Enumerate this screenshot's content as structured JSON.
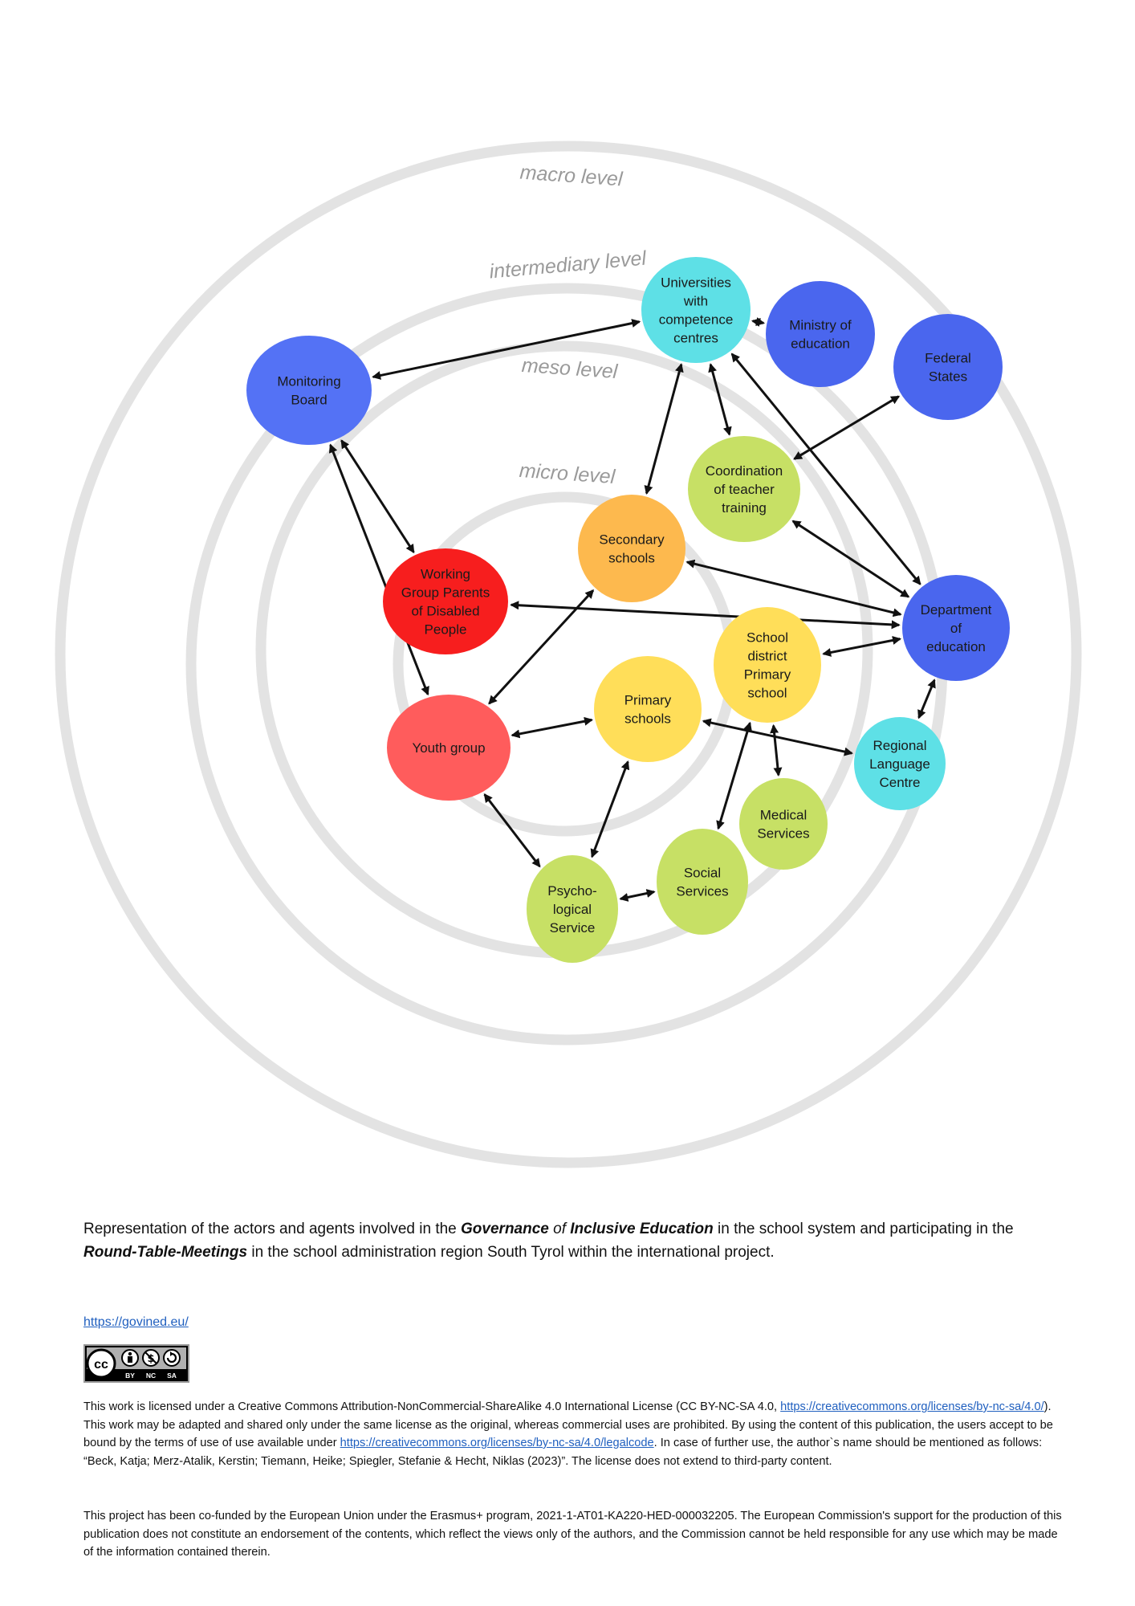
{
  "levels": [
    "macro level",
    "intermediary level",
    "meso level",
    "micro level"
  ],
  "nodes": [
    {
      "id": "monitoring",
      "lines": [
        "Monitoring",
        "Board"
      ],
      "color": "#5472f5"
    },
    {
      "id": "universities",
      "lines": [
        "Universities",
        "with",
        "competence",
        "centres"
      ],
      "color": "#5ee0e6"
    },
    {
      "id": "ministry",
      "lines": [
        "Ministry of",
        "education"
      ],
      "color": "#4a66ee"
    },
    {
      "id": "federal",
      "lines": [
        "Federal",
        "States"
      ],
      "color": "#4a66ee"
    },
    {
      "id": "coordination",
      "lines": [
        "Coordination",
        "of teacher",
        "training"
      ],
      "color": "#c7e065"
    },
    {
      "id": "secondary",
      "lines": [
        "Secondary",
        "schools"
      ],
      "color": "#fdb94e"
    },
    {
      "id": "department",
      "lines": [
        "Department",
        "of",
        "education"
      ],
      "color": "#4a66ee"
    },
    {
      "id": "working",
      "lines": [
        "Working",
        "Group Parents",
        "of Disabled",
        "People"
      ],
      "color": "#f71e1e"
    },
    {
      "id": "schooldistrict",
      "lines": [
        "School",
        "district",
        "Primary",
        "school"
      ],
      "color": "#ffde59"
    },
    {
      "id": "primary",
      "lines": [
        "Primary",
        "schools"
      ],
      "color": "#ffde59"
    },
    {
      "id": "youth",
      "lines": [
        "Youth group"
      ],
      "color": "#ff5c5c"
    },
    {
      "id": "regional",
      "lines": [
        "Regional",
        "Language",
        "Centre"
      ],
      "color": "#5ee0e6"
    },
    {
      "id": "medical",
      "lines": [
        "Medical",
        "Services"
      ],
      "color": "#c7e065"
    },
    {
      "id": "social",
      "lines": [
        "Social",
        "Services"
      ],
      "color": "#c7e065"
    },
    {
      "id": "psycho",
      "lines": [
        "Psycho-",
        "logical",
        "Service"
      ],
      "color": "#c7e065"
    }
  ],
  "edges": [
    [
      "monitoring",
      "universities"
    ],
    [
      "monitoring",
      "working"
    ],
    [
      "monitoring",
      "youth"
    ],
    [
      "universities",
      "ministry"
    ],
    [
      "universities",
      "secondary"
    ],
    [
      "universities",
      "coordination"
    ],
    [
      "universities",
      "department"
    ],
    [
      "federal",
      "coordination"
    ],
    [
      "coordination",
      "department"
    ],
    [
      "secondary",
      "department"
    ],
    [
      "working",
      "department"
    ],
    [
      "secondary",
      "youth"
    ],
    [
      "department",
      "schooldistrict"
    ],
    [
      "department",
      "regional"
    ],
    [
      "primary",
      "regional"
    ],
    [
      "youth",
      "primary"
    ],
    [
      "primary",
      "psycho"
    ],
    [
      "youth",
      "psycho"
    ],
    [
      "schooldistrict",
      "medical"
    ],
    [
      "schooldistrict",
      "social"
    ],
    [
      "social",
      "psycho"
    ]
  ],
  "caption": {
    "t1": "Representation of the actors and agents involved in the ",
    "b1": "Governance",
    "i1": "of",
    "b2": "Inclusive Education",
    "t2": " in the school system and participating in the ",
    "b3": "Round-Table-Meetings",
    "t3": " in the school administration region South Tyrol within the international project."
  },
  "site_url": "https://govined.eu/",
  "cc_badge": {
    "main": "cc",
    "labels": [
      "BY",
      "NC",
      "SA"
    ]
  },
  "license": {
    "t1": "This work is licensed under a Creative Commons Attribution-NonCommercial-ShareAlike 4.0 International License (CC BY-NC-SA 4.0, ",
    "link1": "https://creativecommons.org/licenses/by-nc-sa/4.0/",
    "t2": "). This work may be adapted and shared only under the same license as the original, whereas commercial uses are prohibited. By using the content of this publication, the users accept to be bound by the terms of use of use available under ",
    "link2": "https://creativecommons.org/licenses/by-nc-sa/4.0/legalcode",
    "t3": ". In case of further use, the author`s name should be mentioned as follows: “Beck, Katja; Merz-Atalik, Kerstin; Tiemann, Heike; Spiegler, Stefanie & Hecht, Niklas (2023)”. The license does not extend to third-party content."
  },
  "funding": "This project has been co-funded by the European Union under the Erasmus+ program, 2021-1-AT01-KA220-HED-000032205. The European Commission's support for the production of this publication does not constitute an endorsement of the contents, which reflect the views only of the authors, and the Commission cannot be held responsible for any use which may be made of the information contained therein."
}
